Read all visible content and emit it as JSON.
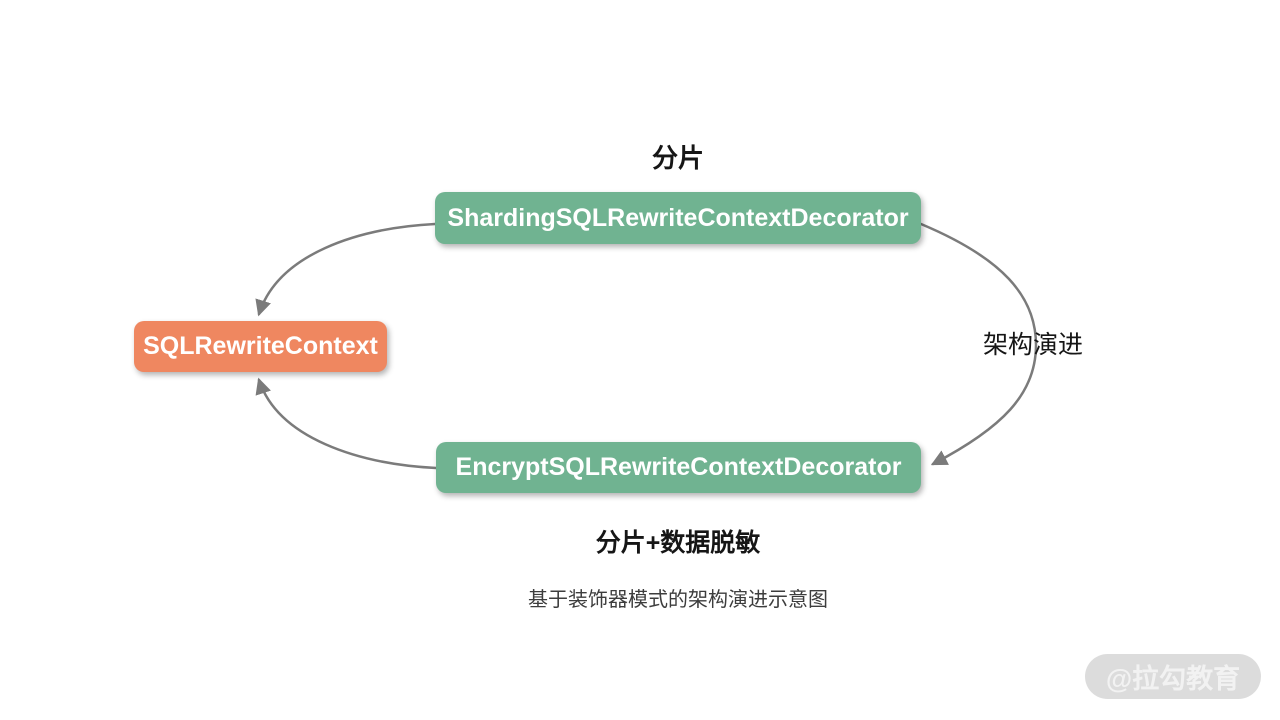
{
  "diagram": {
    "caption": "基于装饰器模式的架构演进示意图",
    "labels": {
      "top": "分片",
      "right": "架构演进",
      "bottom": "分片+数据脱敏"
    },
    "nodes": {
      "sharding": {
        "label": "ShardingSQLRewriteContextDecorator",
        "color": "#70b391"
      },
      "context": {
        "label": "SQLRewriteContext",
        "color": "#ef8760"
      },
      "encrypt": {
        "label": "EncryptSQLRewriteContextDecorator",
        "color": "#70b391"
      }
    },
    "edges": [
      {
        "from": "sharding",
        "to": "context",
        "style": "curved-arrow"
      },
      {
        "from": "encrypt",
        "to": "context",
        "style": "curved-arrow"
      },
      {
        "from": "sharding",
        "to": "encrypt",
        "style": "curved-arrow",
        "label": "架构演进"
      }
    ],
    "edge_color": "#7b7b7b"
  },
  "watermark": {
    "text": "@拉勾教育",
    "pill_color": "#dbdbdb"
  }
}
